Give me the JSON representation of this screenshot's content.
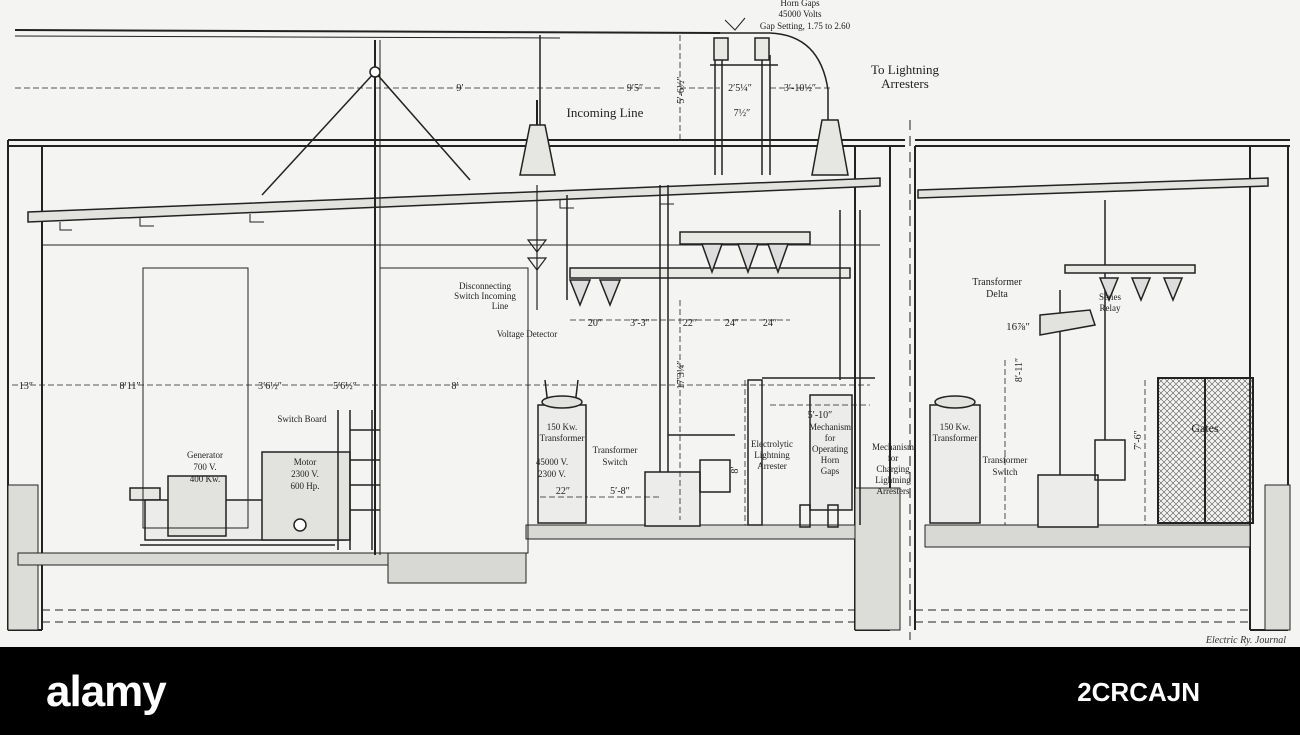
{
  "labels": {
    "horn_gaps_title": "Horn Gaps",
    "horn_gaps_volts": "45000 Volts",
    "horn_gaps_setting": "Gap Setting, 1.75 to 2.60",
    "lightning_1": "To Lightning",
    "lightning_2": "Arresters",
    "incoming_line": "Incoming Line",
    "disc_1": "Disconnecting",
    "disc_2": "Switch Incoming",
    "disc_3": "Line",
    "voltage_detector": "Voltage Detector",
    "switch_board": "Switch Board",
    "generator_1": "Generator",
    "generator_2": "700 V.",
    "generator_3": "400 Kw.",
    "motor_1": "Motor",
    "motor_2": "2300 V.",
    "motor_3": "600 Hp.",
    "transformer_1": "150 Kw.",
    "transformer_2": "Transformer",
    "transformer_3": "45000 V.",
    "transformer_4": "2300 V.",
    "tswitch_1": "Transformer",
    "tswitch_2": "Switch",
    "electrolytic_1": "Electrolytic",
    "electrolytic_2": "Lightning",
    "electrolytic_3": "Arrester",
    "mech_horn_1": "Mechanism",
    "mech_horn_2": "for",
    "mech_horn_3": "Operating",
    "mech_horn_4": "Horn",
    "mech_horn_5": "Gaps",
    "mech_charge_1": "Mechanism",
    "mech_charge_2": "for",
    "mech_charge_3": "Charging",
    "mech_charge_4": "Lightning",
    "mech_charge_5": "Arresters",
    "delta_1": "Transformer",
    "delta_2": "Delta",
    "series_relay_1": "Series",
    "series_relay_2": "Relay",
    "gates": "Gates",
    "right_transformer_1": "150 Kw.",
    "right_transformer_2": "Transformer",
    "right_tswitch_1": "Transformer",
    "right_tswitch_2": "Switch"
  },
  "dimensions": {
    "d_9ft": "9′",
    "d_9ft5": "9′5″",
    "d_5ft6h": "5′-6½″",
    "d_2ft5q": "2′5¼″",
    "d_3ft10h": "3′-10½″",
    "d_7h": "7½″",
    "d_13": "13″",
    "d_8ft11": "8′11″",
    "d_3ft6h": "3′6½″",
    "d_5ft6h_b": "5′6½″",
    "d_8ft": "8′",
    "d_20": "20″",
    "d_3ft3": "3′-3″",
    "d_22": "22″",
    "d_24a": "24″",
    "d_24b": "24″",
    "d_17ft3q": "17′3¼″",
    "d_5ft10": "5′-10″",
    "d_8ft_v": "8′",
    "d_22b": "22″",
    "d_5ft8": "5′-8″",
    "d_16_7_8": "16⅞″",
    "d_8ft11_v": "8′-11″",
    "d_7ft6": "7′-6″"
  },
  "credit": "Electric Ry. Journal",
  "watermark": "alamy",
  "stock_code": "2CRCAJN"
}
